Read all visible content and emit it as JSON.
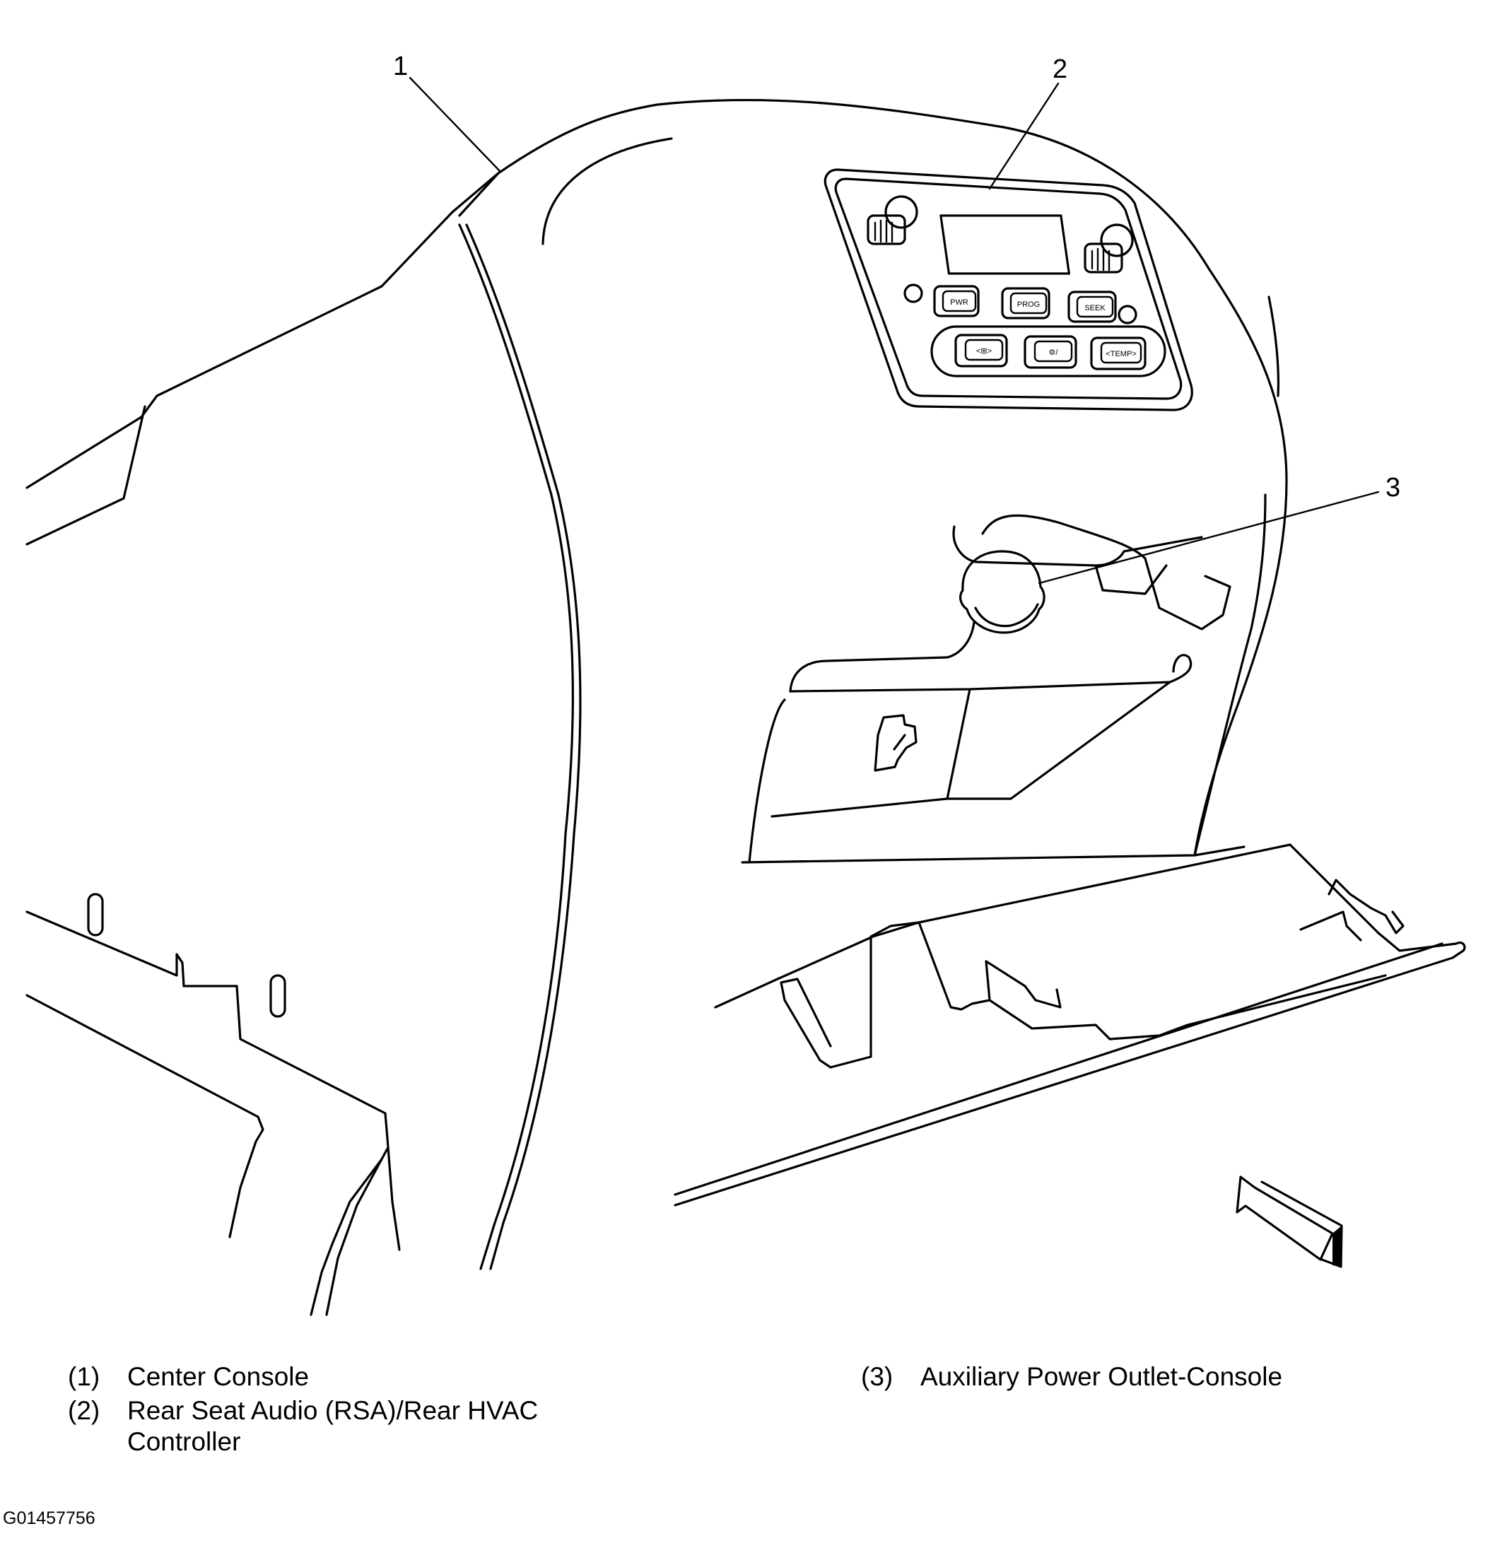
{
  "callouts": [
    {
      "number": "1"
    },
    {
      "number": "2"
    },
    {
      "number": "3"
    }
  ],
  "controller": {
    "buttons": [
      "PWR",
      "PROG",
      "SEEK",
      "<⊞>",
      "⚙/",
      "<TEMP>"
    ]
  },
  "legend": [
    {
      "number": "(1)",
      "text": "Center Console"
    },
    {
      "number": "(2)",
      "text": "Rear Seat Audio (RSA)/Rear HVAC Controller"
    },
    {
      "number": "(3)",
      "text": "Auxiliary Power Outlet-Console"
    }
  ],
  "figure_id": "G01457756"
}
